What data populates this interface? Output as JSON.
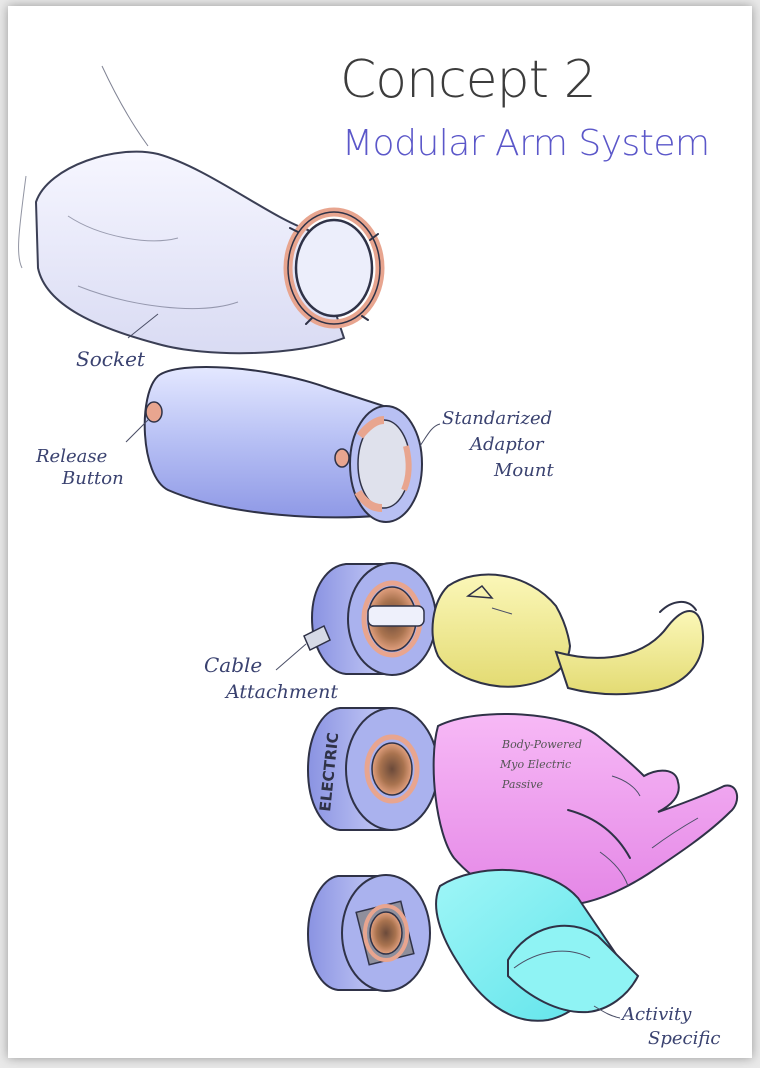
{
  "title": "Concept 2",
  "subtitle": "Modular Arm System",
  "colors": {
    "subtitle": "#5b57c9",
    "socket": "#ededf9",
    "adaptor_body": "#b9c2f4",
    "ring": "#e8a58f",
    "hook": "#f2ec92",
    "hand": "#ee9cef",
    "activity": "#7ff0f2"
  },
  "labels": {
    "socket": "Socket",
    "release_button_line1": "Release",
    "release_button_line2": "Button",
    "adaptor_line1": "Standarized",
    "adaptor_line2": "Adaptor",
    "adaptor_line3": "Mount",
    "cable_line1": "Cable",
    "cable_line2": "Attachment",
    "electric": "ELECTRIC",
    "hand_note1": "Body-Powered",
    "hand_note2": "Myo Electric",
    "hand_note3": "Passive",
    "activity_line1": "Activity",
    "activity_line2": "Specific"
  }
}
